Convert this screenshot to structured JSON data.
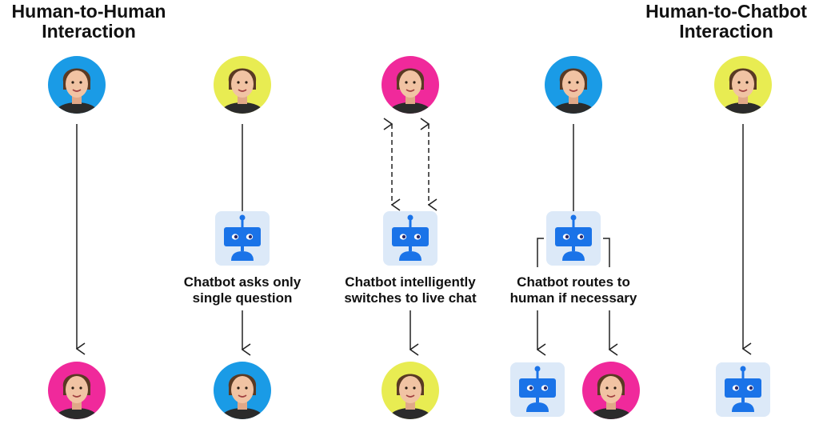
{
  "titles": {
    "left": [
      "Human-to-Human",
      "Interaction"
    ],
    "right": [
      "Human-to-Chatbot",
      "Interaction"
    ]
  },
  "captions": {
    "single": [
      "Chatbot asks only",
      "single question"
    ],
    "switch": [
      "Chatbot intelligently",
      "switches to live chat"
    ],
    "routes": [
      "Chatbot routes to",
      "human if necessary"
    ]
  },
  "icons": {
    "avatar": "person-avatar-icon",
    "bot": "chatbot-robot-icon"
  },
  "colors": {
    "blue": "#1a9be6",
    "yellow": "#e8ec52",
    "pink": "#f0299b",
    "bot": "#1a73e8",
    "bot_bg": "#dce9f8",
    "line": "#222222"
  }
}
